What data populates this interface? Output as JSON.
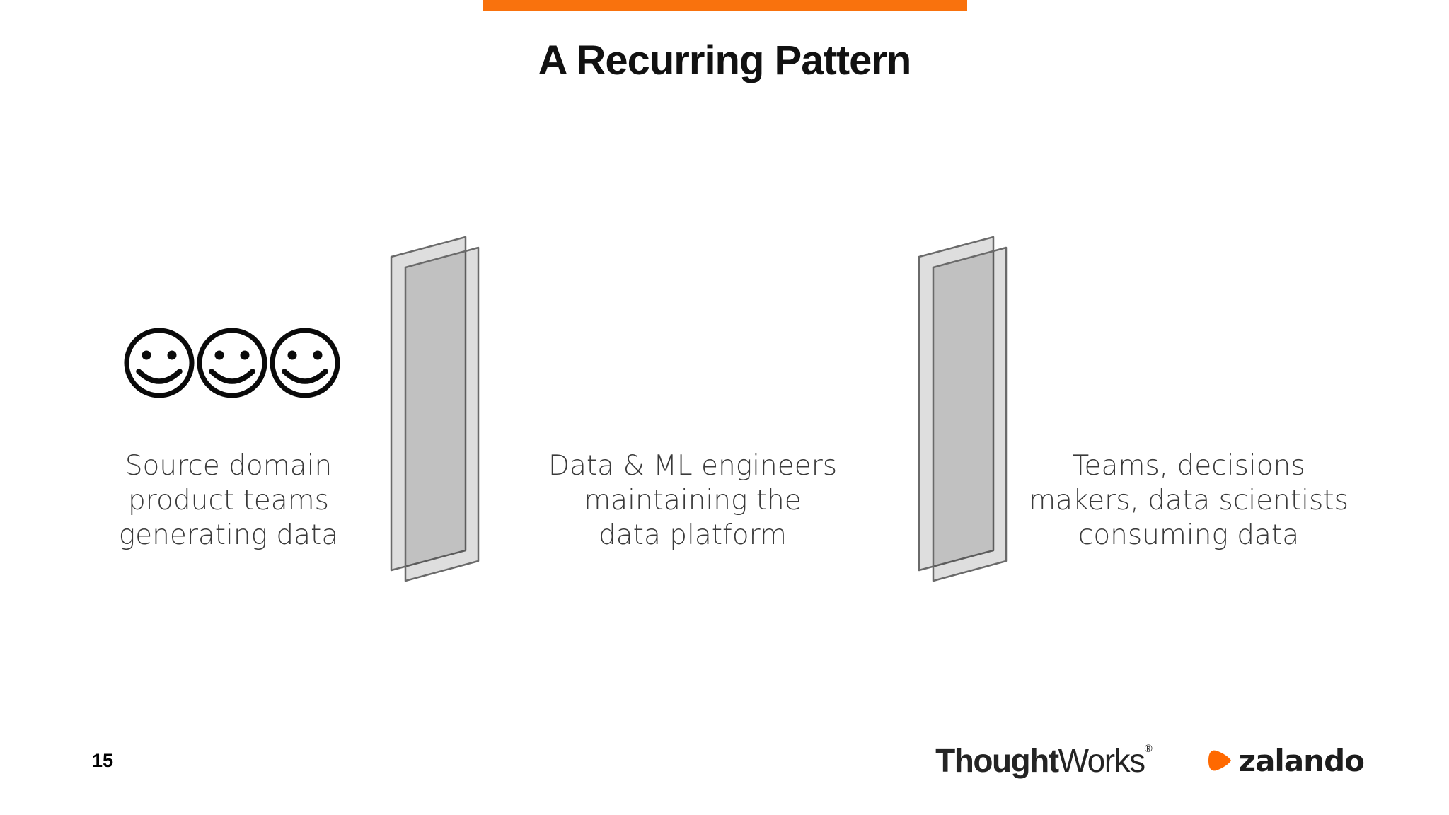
{
  "slide": {
    "title": "A Recurring Pattern",
    "page_number": "15",
    "background_color": "#FFFFFF",
    "top_bar_color": "#F9720D"
  },
  "diagram": {
    "left_group_icon": "three-smiley-faces",
    "divider_style": {
      "pane_fill": "rgba(0,0,0,0.13)",
      "pane_stroke": "#6A6A6A"
    },
    "columns": [
      {
        "lines": [
          "Source domain",
          "product teams",
          "generating data"
        ]
      },
      {
        "lines": [
          "Data & ML engineers",
          "maintaining the",
          "data platform"
        ]
      },
      {
        "lines": [
          "Teams, decisions",
          "makers, data scientists",
          "consuming data"
        ]
      }
    ]
  },
  "footer": {
    "thoughtworks_bold": "Thought",
    "thoughtworks_regular": "Works",
    "registered_mark": "®",
    "zalando_label": "zalando",
    "zalando_orange": "#FF6900",
    "text_color": "#242424"
  }
}
